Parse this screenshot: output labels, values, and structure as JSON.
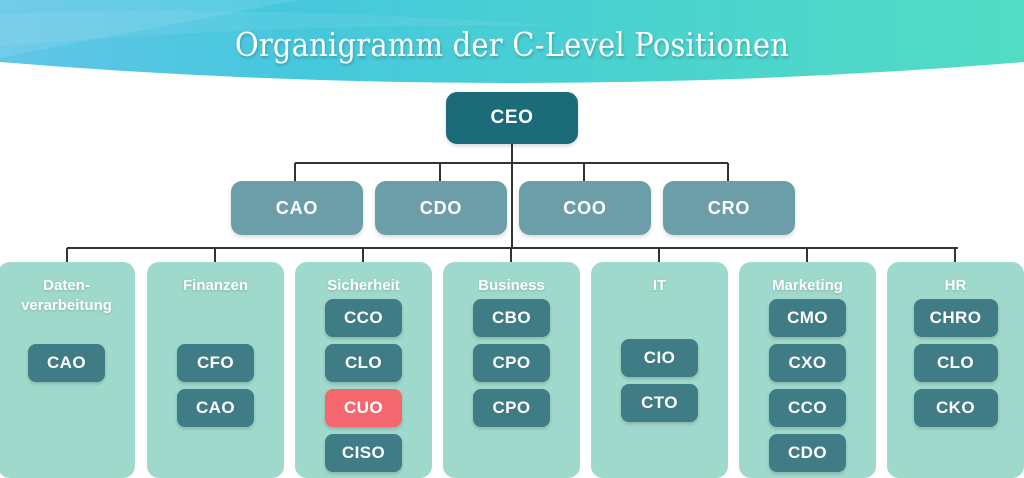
{
  "header": {
    "title": "Organigramm der C-Level Positionen",
    "gradient_from": "#5bc3e6",
    "gradient_to": "#4ed8c4"
  },
  "colors": {
    "ceo_box": "#1b6b79",
    "exec_box": "#6c9ea8",
    "department_panel": "#9fd9cb",
    "role_box": "#3f7c86",
    "role_highlight": "#f4676e",
    "connector_line": "#333333",
    "text_on_box": "#ffffff",
    "page_background": "#ffffff"
  },
  "chart_data": {
    "type": "org-chart",
    "title": "Organigramm der C-Level Positionen",
    "levels": 3,
    "root": {
      "label": "CEO",
      "level": 1
    },
    "executives": [
      {
        "label": "CAO",
        "level": 2
      },
      {
        "label": "CDO",
        "level": 2
      },
      {
        "label": "COO",
        "level": 2
      },
      {
        "label": "CRO",
        "level": 2
      }
    ],
    "departments": [
      {
        "name": "Daten-\nverarbeitung",
        "level": 3,
        "roles": [
          "CAO"
        ]
      },
      {
        "name": "Finanzen",
        "level": 3,
        "roles": [
          "CFO",
          "CAO"
        ]
      },
      {
        "name": "Sicherheit",
        "level": 3,
        "roles": [
          "CCO",
          "CLO",
          "CUO",
          "CISO"
        ],
        "highlighted": [
          "CUO"
        ]
      },
      {
        "name": "Business",
        "level": 3,
        "roles": [
          "CBO",
          "CPO",
          "CPO"
        ]
      },
      {
        "name": "IT",
        "level": 3,
        "roles": [
          "CIO",
          "CTO"
        ]
      },
      {
        "name": "Marketing",
        "level": 3,
        "roles": [
          "CMO",
          "CXO",
          "CCO",
          "CDO"
        ]
      },
      {
        "name": "HR",
        "level": 3,
        "roles": [
          "CHRO",
          "CLO",
          "CKO"
        ]
      }
    ]
  }
}
